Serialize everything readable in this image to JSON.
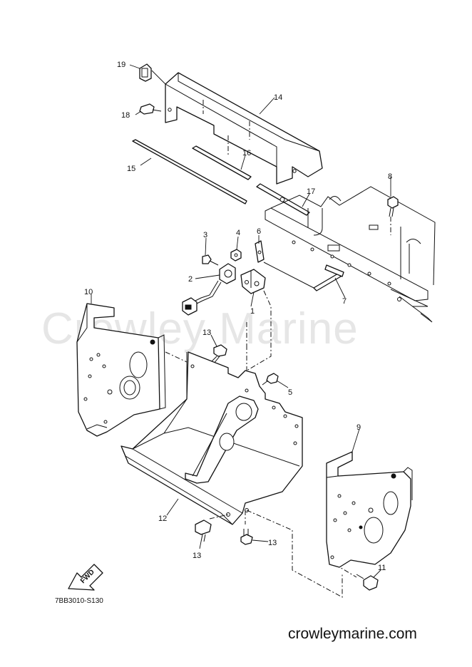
{
  "watermark": "Crowley Marine",
  "diagram_code": "7BB3010-S130",
  "site_url": "crowleymarine.com",
  "fwd_label": "FWD",
  "callouts": [
    "1",
    "2",
    "3",
    "4",
    "5",
    "6",
    "7",
    "8",
    "9",
    "10",
    "11",
    "12",
    "13",
    "13",
    "13",
    "14",
    "15",
    "16",
    "17",
    "18",
    "19"
  ]
}
